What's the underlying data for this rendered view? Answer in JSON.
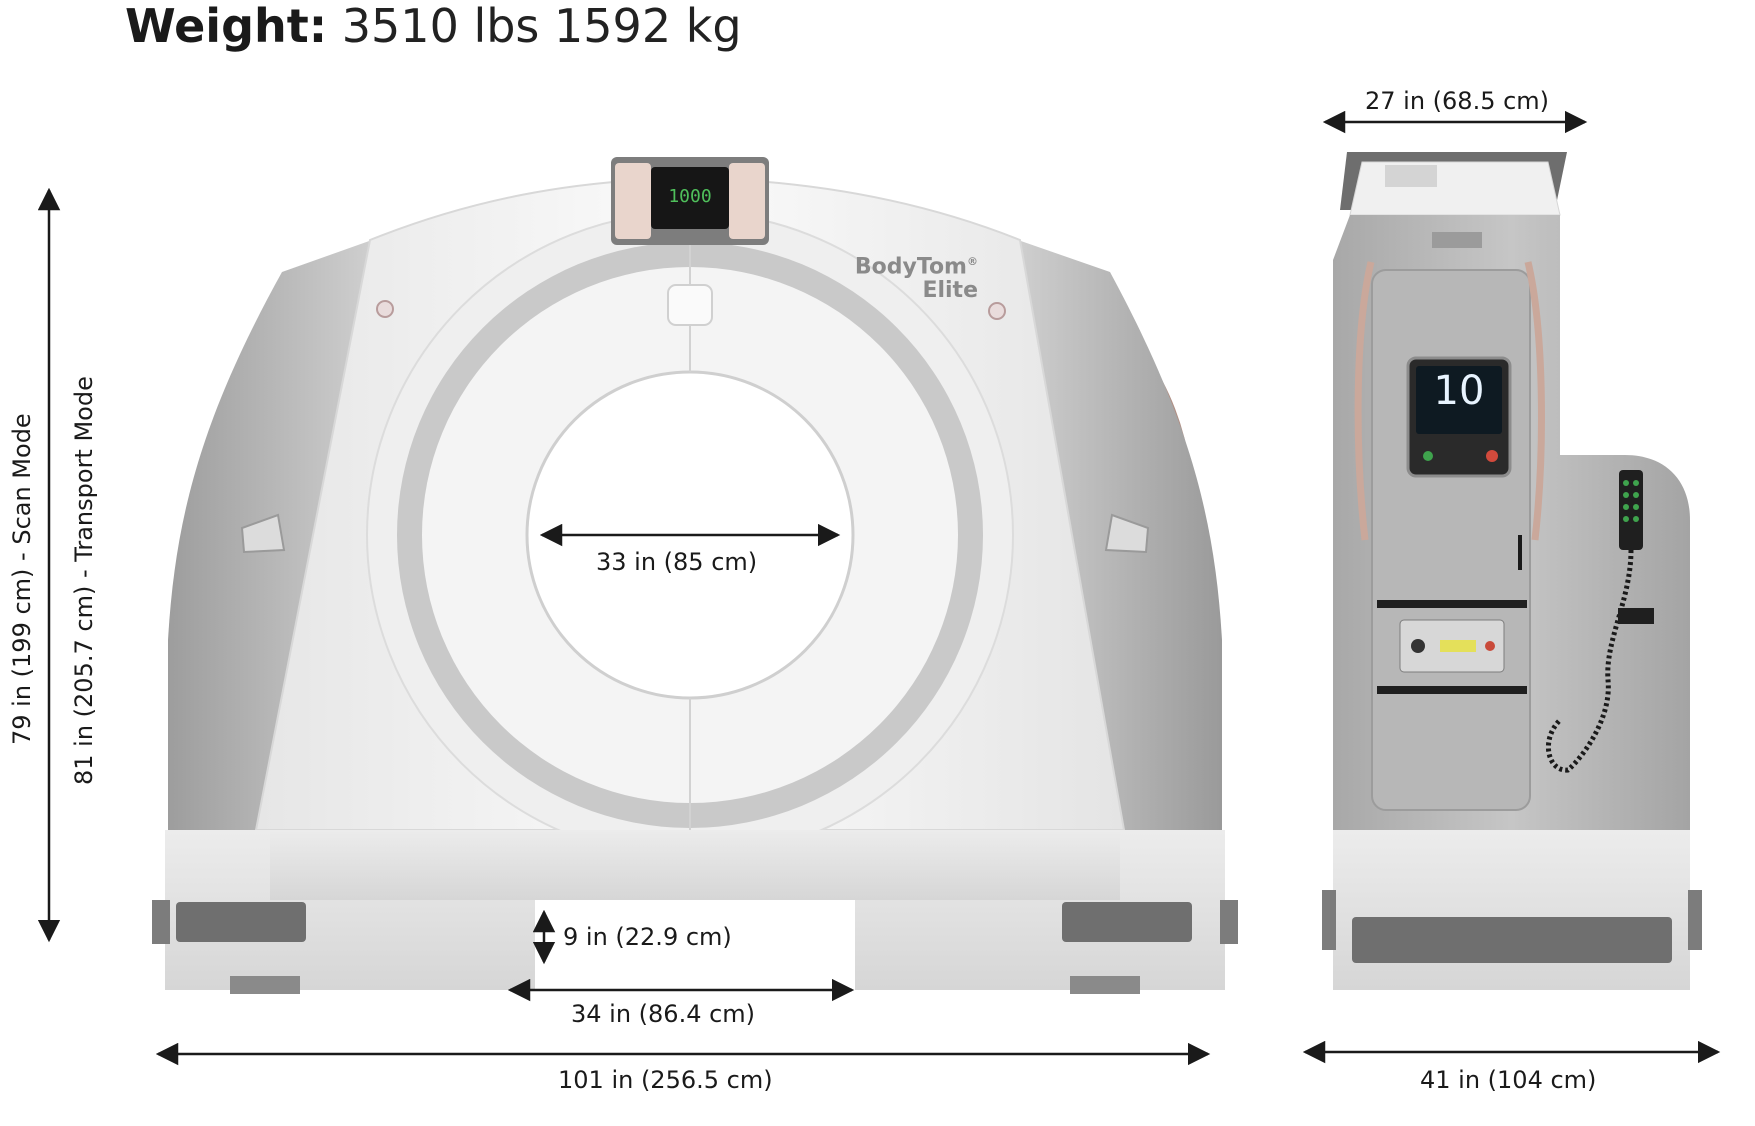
{
  "header": {
    "weight_label": "Weight:",
    "weight_value": "3510 lbs 1592 kg"
  },
  "front_view": {
    "brand_line1": "BodyTom",
    "brand_mark": "®",
    "brand_line2": "Elite",
    "display_value": "1000",
    "dimensions": {
      "height_scan": "79 in (199 cm) - Scan Mode",
      "height_transport": "81 in (205.7 cm) - Transport Mode",
      "bore": "33 in (85 cm)",
      "clearance": "9 in (22.9 cm)",
      "inner_width": "34 in (86.4 cm)",
      "overall_width": "101 in (256.5 cm)"
    }
  },
  "side_view": {
    "display_value": "10",
    "dimensions": {
      "top_width": "27 in (68.5 cm)",
      "base_width": "41 in (104 cm)"
    }
  },
  "colors": {
    "gantry_white": "#f3f3f3",
    "gantry_gray": "#b9b9b9",
    "dark_gray": "#6e6e6e",
    "screen_green": "#3fa34d",
    "arrow": "#1a1a1a"
  }
}
